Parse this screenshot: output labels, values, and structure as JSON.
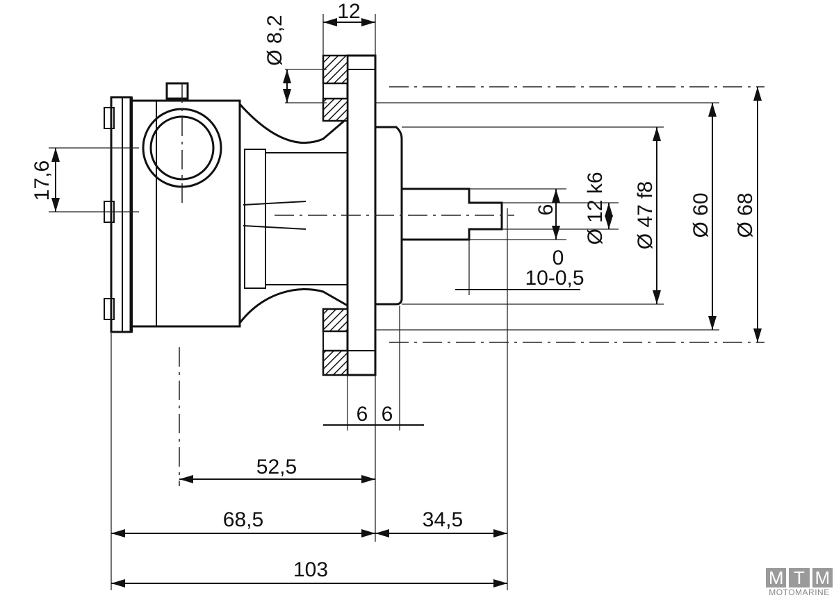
{
  "title": "Pump dimensional drawing",
  "dimensions": {
    "flange_width": "12",
    "bolt_hole": "Ø 8,2",
    "port_offset": "17,6",
    "keyway_depth": "6",
    "shaft_diameter": "Ø 12 k6",
    "tolerance_upper": "0",
    "key_length": "10-0,5",
    "spigot_diameter": "Ø 47 f8",
    "bolt_circle": "Ø 60",
    "flange_diameter": "Ø 68",
    "flange_left": "6",
    "flange_right": "6",
    "port_to_flange": "52,5",
    "body_length": "68,5",
    "shaft_length": "34,5",
    "overall_length": "103"
  },
  "logo": {
    "letters": [
      "M",
      "T",
      "M"
    ],
    "name": "MOTOMARINE"
  }
}
